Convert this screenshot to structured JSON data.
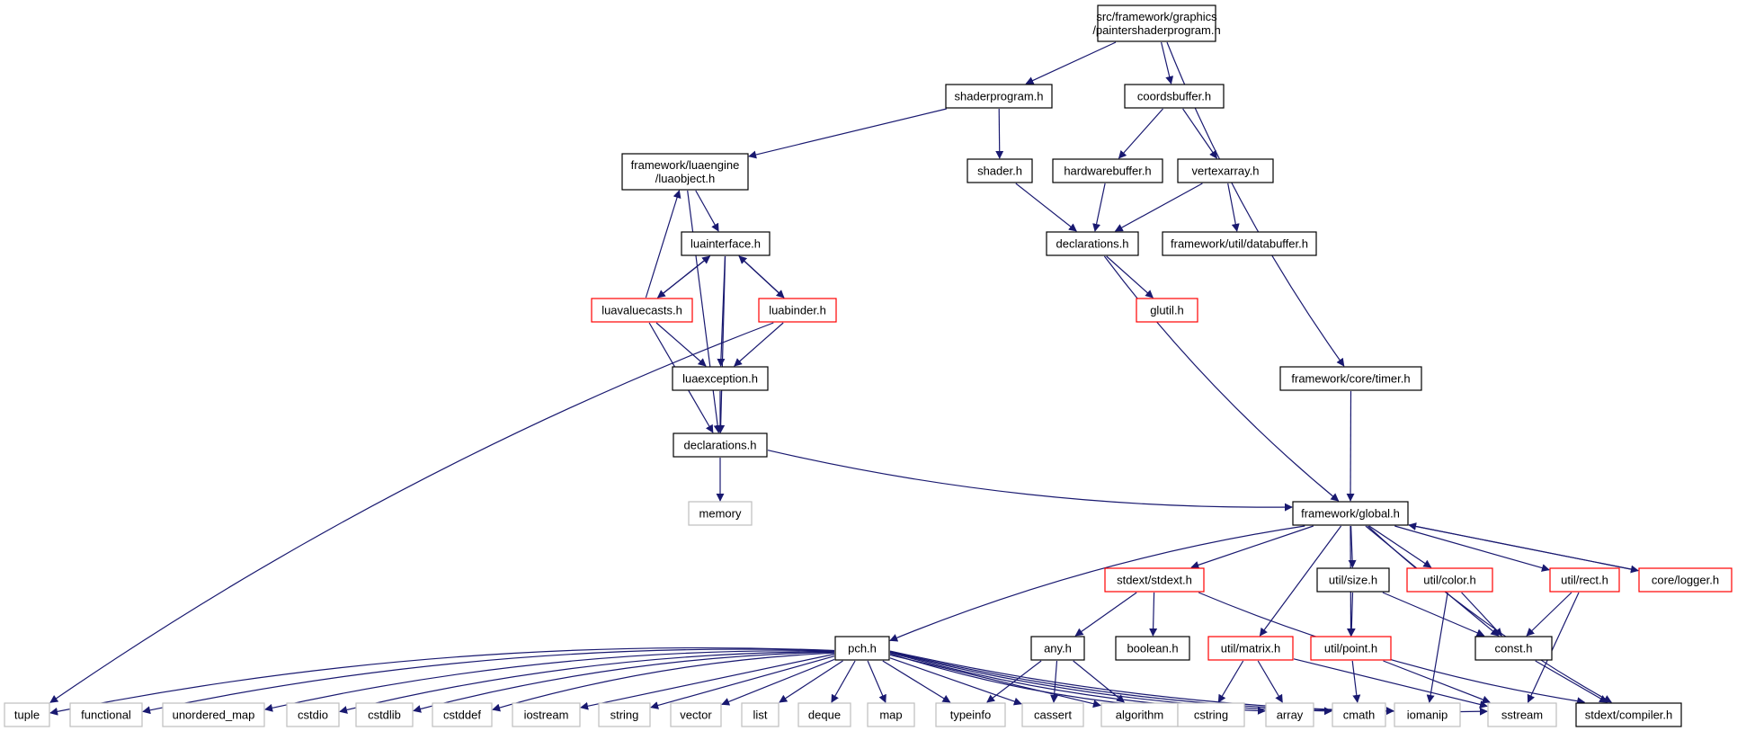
{
  "colors": {
    "edge": "#191970",
    "border_documented": "#000000",
    "border_incomplete": "#ff0000",
    "border_system": "#bfbfbf",
    "root_fill": "#bfbfbf",
    "node_fill": "#ffffff"
  },
  "nodes": [
    {
      "id": "root",
      "lines": [
        "src/framework/graphics",
        "/paintershaderprogram.h"
      ],
      "kind": "root"
    },
    {
      "id": "shaderprogram",
      "lines": [
        "shaderprogram.h"
      ],
      "kind": "documented"
    },
    {
      "id": "coordsbuffer",
      "lines": [
        "coordsbuffer.h"
      ],
      "kind": "documented"
    },
    {
      "id": "luaobject",
      "lines": [
        "framework/luaengine",
        "/luaobject.h"
      ],
      "kind": "documented"
    },
    {
      "id": "shader",
      "lines": [
        "shader.h"
      ],
      "kind": "documented"
    },
    {
      "id": "hardwarebuffer",
      "lines": [
        "hardwarebuffer.h"
      ],
      "kind": "documented"
    },
    {
      "id": "vertexarray",
      "lines": [
        "vertexarray.h"
      ],
      "kind": "documented"
    },
    {
      "id": "luainterface",
      "lines": [
        "luainterface.h"
      ],
      "kind": "documented"
    },
    {
      "id": "gdeclarations",
      "lines": [
        "declarations.h"
      ],
      "kind": "documented"
    },
    {
      "id": "databuffer",
      "lines": [
        "framework/util/databuffer.h"
      ],
      "kind": "documented"
    },
    {
      "id": "luavaluecasts",
      "lines": [
        "luavaluecasts.h"
      ],
      "kind": "incomplete"
    },
    {
      "id": "luabinder",
      "lines": [
        "luabinder.h"
      ],
      "kind": "incomplete"
    },
    {
      "id": "glutil",
      "lines": [
        "glutil.h"
      ],
      "kind": "incomplete"
    },
    {
      "id": "luaexception",
      "lines": [
        "luaexception.h"
      ],
      "kind": "documented"
    },
    {
      "id": "timer",
      "lines": [
        "framework/core/timer.h"
      ],
      "kind": "documented"
    },
    {
      "id": "ldeclarations",
      "lines": [
        "declarations.h"
      ],
      "kind": "documented"
    },
    {
      "id": "memory",
      "lines": [
        "memory"
      ],
      "kind": "system"
    },
    {
      "id": "global",
      "lines": [
        "framework/global.h"
      ],
      "kind": "documented"
    },
    {
      "id": "stdext",
      "lines": [
        "stdext/stdext.h"
      ],
      "kind": "incomplete"
    },
    {
      "id": "size",
      "lines": [
        "util/size.h"
      ],
      "kind": "documented"
    },
    {
      "id": "color",
      "lines": [
        "util/color.h"
      ],
      "kind": "incomplete"
    },
    {
      "id": "rect",
      "lines": [
        "util/rect.h"
      ],
      "kind": "incomplete"
    },
    {
      "id": "logger",
      "lines": [
        "core/logger.h"
      ],
      "kind": "incomplete"
    },
    {
      "id": "pch",
      "lines": [
        "pch.h"
      ],
      "kind": "documented"
    },
    {
      "id": "any",
      "lines": [
        "any.h"
      ],
      "kind": "documented"
    },
    {
      "id": "boolean",
      "lines": [
        "boolean.h"
      ],
      "kind": "documented"
    },
    {
      "id": "matrix",
      "lines": [
        "util/matrix.h"
      ],
      "kind": "incomplete"
    },
    {
      "id": "point",
      "lines": [
        "util/point.h"
      ],
      "kind": "incomplete"
    },
    {
      "id": "const",
      "lines": [
        "const.h"
      ],
      "kind": "documented"
    },
    {
      "id": "tuple",
      "lines": [
        "tuple"
      ],
      "kind": "system"
    },
    {
      "id": "functional",
      "lines": [
        "functional"
      ],
      "kind": "system"
    },
    {
      "id": "unordered_map",
      "lines": [
        "unordered_map"
      ],
      "kind": "system"
    },
    {
      "id": "cstdio",
      "lines": [
        "cstdio"
      ],
      "kind": "system"
    },
    {
      "id": "cstdlib",
      "lines": [
        "cstdlib"
      ],
      "kind": "system"
    },
    {
      "id": "cstddef",
      "lines": [
        "cstddef"
      ],
      "kind": "system"
    },
    {
      "id": "iostream",
      "lines": [
        "iostream"
      ],
      "kind": "system"
    },
    {
      "id": "string",
      "lines": [
        "string"
      ],
      "kind": "system"
    },
    {
      "id": "vector",
      "lines": [
        "vector"
      ],
      "kind": "system"
    },
    {
      "id": "list",
      "lines": [
        "list"
      ],
      "kind": "system"
    },
    {
      "id": "deque",
      "lines": [
        "deque"
      ],
      "kind": "system"
    },
    {
      "id": "map",
      "lines": [
        "map"
      ],
      "kind": "system"
    },
    {
      "id": "typeinfo",
      "lines": [
        "typeinfo"
      ],
      "kind": "system"
    },
    {
      "id": "cassert",
      "lines": [
        "cassert"
      ],
      "kind": "system"
    },
    {
      "id": "algorithm",
      "lines": [
        "algorithm"
      ],
      "kind": "system"
    },
    {
      "id": "cstring",
      "lines": [
        "cstring"
      ],
      "kind": "system"
    },
    {
      "id": "array",
      "lines": [
        "array"
      ],
      "kind": "system"
    },
    {
      "id": "cmath",
      "lines": [
        "cmath"
      ],
      "kind": "system"
    },
    {
      "id": "iomanip",
      "lines": [
        "iomanip"
      ],
      "kind": "system"
    },
    {
      "id": "sstream",
      "lines": [
        "sstream"
      ],
      "kind": "system"
    },
    {
      "id": "compiler",
      "lines": [
        "stdext/compiler.h"
      ],
      "kind": "documented"
    }
  ],
  "edges": [
    [
      "root",
      "shaderprogram"
    ],
    [
      "root",
      "coordsbuffer"
    ],
    [
      "root",
      "timer"
    ],
    [
      "shaderprogram",
      "luaobject"
    ],
    [
      "shaderprogram",
      "shader"
    ],
    [
      "coordsbuffer",
      "hardwarebuffer"
    ],
    [
      "coordsbuffer",
      "vertexarray"
    ],
    [
      "luaobject",
      "luainterface"
    ],
    [
      "luaobject",
      "ldeclarations"
    ],
    [
      "shader",
      "gdeclarations"
    ],
    [
      "hardwarebuffer",
      "gdeclarations"
    ],
    [
      "vertexarray",
      "gdeclarations"
    ],
    [
      "vertexarray",
      "databuffer"
    ],
    [
      "luainterface",
      "luavaluecasts"
    ],
    [
      "luainterface",
      "luabinder"
    ],
    [
      "luainterface",
      "luaexception"
    ],
    [
      "luainterface",
      "ldeclarations"
    ],
    [
      "luavaluecasts",
      "luaobject"
    ],
    [
      "luavaluecasts",
      "luainterface"
    ],
    [
      "luavaluecasts",
      "luaexception"
    ],
    [
      "luavaluecasts",
      "ldeclarations"
    ],
    [
      "luabinder",
      "luainterface"
    ],
    [
      "luabinder",
      "luaexception"
    ],
    [
      "luabinder",
      "tuple"
    ],
    [
      "luaexception",
      "ldeclarations"
    ],
    [
      "gdeclarations",
      "glutil"
    ],
    [
      "gdeclarations",
      "global"
    ],
    [
      "timer",
      "global"
    ],
    [
      "ldeclarations",
      "memory"
    ],
    [
      "ldeclarations",
      "global"
    ],
    [
      "global",
      "pch"
    ],
    [
      "global",
      "stdext"
    ],
    [
      "global",
      "size"
    ],
    [
      "global",
      "color"
    ],
    [
      "global",
      "rect"
    ],
    [
      "global",
      "logger"
    ],
    [
      "global",
      "matrix"
    ],
    [
      "global",
      "point"
    ],
    [
      "global",
      "const"
    ],
    [
      "global",
      "compiler"
    ],
    [
      "logger",
      "global"
    ],
    [
      "stdext",
      "any"
    ],
    [
      "stdext",
      "boolean"
    ],
    [
      "stdext",
      "compiler"
    ],
    [
      "size",
      "point"
    ],
    [
      "size",
      "const"
    ],
    [
      "color",
      "const"
    ],
    [
      "color",
      "iomanip"
    ],
    [
      "rect",
      "const"
    ],
    [
      "rect",
      "sstream"
    ],
    [
      "matrix",
      "cstring"
    ],
    [
      "matrix",
      "array"
    ],
    [
      "matrix",
      "sstream"
    ],
    [
      "point",
      "cmath"
    ],
    [
      "point",
      "sstream"
    ],
    [
      "const",
      "compiler"
    ],
    [
      "any",
      "typeinfo"
    ],
    [
      "any",
      "cassert"
    ],
    [
      "any",
      "algorithm"
    ],
    [
      "pch",
      "tuple"
    ],
    [
      "pch",
      "functional"
    ],
    [
      "pch",
      "unordered_map"
    ],
    [
      "pch",
      "cstdio"
    ],
    [
      "pch",
      "cstdlib"
    ],
    [
      "pch",
      "cstddef"
    ],
    [
      "pch",
      "iostream"
    ],
    [
      "pch",
      "string"
    ],
    [
      "pch",
      "vector"
    ],
    [
      "pch",
      "list"
    ],
    [
      "pch",
      "deque"
    ],
    [
      "pch",
      "map"
    ],
    [
      "pch",
      "typeinfo"
    ],
    [
      "pch",
      "cassert"
    ],
    [
      "pch",
      "algorithm"
    ],
    [
      "pch",
      "cstring"
    ],
    [
      "pch",
      "array"
    ],
    [
      "pch",
      "cmath"
    ],
    [
      "pch",
      "iomanip"
    ],
    [
      "pch",
      "sstream"
    ]
  ]
}
